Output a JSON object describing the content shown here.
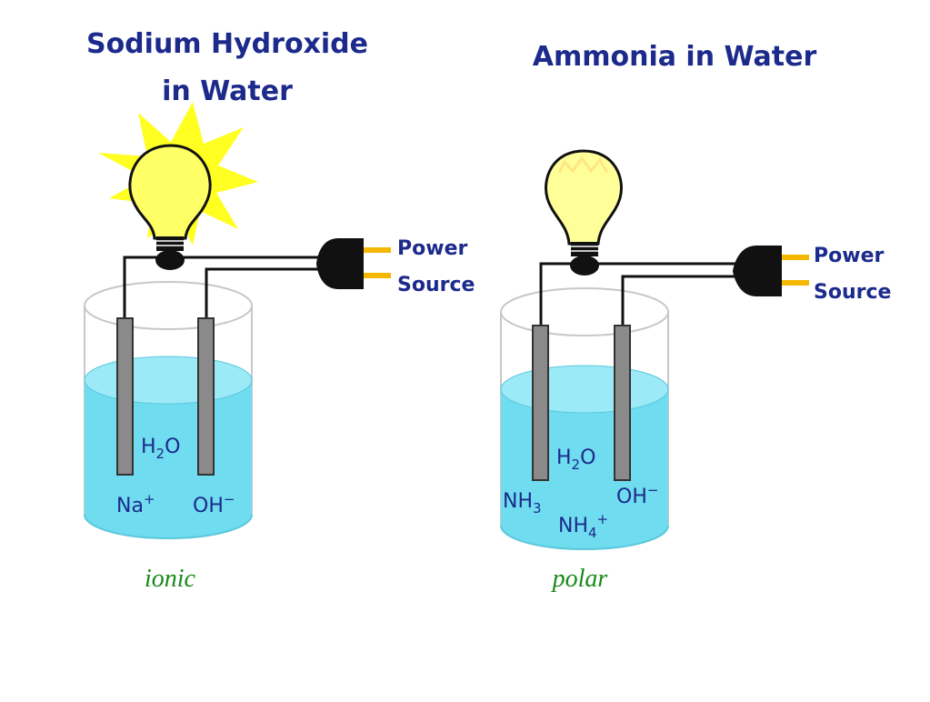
{
  "left": {
    "title_line1": "Sodium Hydroxide",
    "title_line2": "in Water",
    "water": {
      "main": "H",
      "sub": "2",
      "tail": "O"
    },
    "ion1": {
      "main": "Na",
      "sup": "+"
    },
    "ion2": {
      "main": "OH",
      "sup": "−"
    },
    "power_label1": "Power",
    "power_label2": "Source",
    "caption": "ionic"
  },
  "right": {
    "title": "Ammonia in Water",
    "water": {
      "main": "H",
      "sub": "2",
      "tail": "O"
    },
    "ion1": {
      "main": "NH",
      "sub": "3"
    },
    "ion2": {
      "main": "OH",
      "sup": "−"
    },
    "ion3": {
      "main": "NH",
      "sub": "4",
      "sup": "+"
    },
    "power_label1": "Power",
    "power_label2": "Source",
    "caption": "polar"
  },
  "colors": {
    "title_text": "#1c2a8c",
    "caption_text": "#1a8a1a",
    "solution": "#6fdcef",
    "bulb_glow": "#ffff22",
    "bulb_glass": "#ffff66",
    "bulb_glass_dim": "#ffff99",
    "plug": "#111111",
    "prongs": "#f5b800"
  },
  "icons": {
    "bulb_bright": "light-bulb-bright-icon",
    "bulb_dim": "light-bulb-dim-icon",
    "plug": "power-plug-icon"
  }
}
